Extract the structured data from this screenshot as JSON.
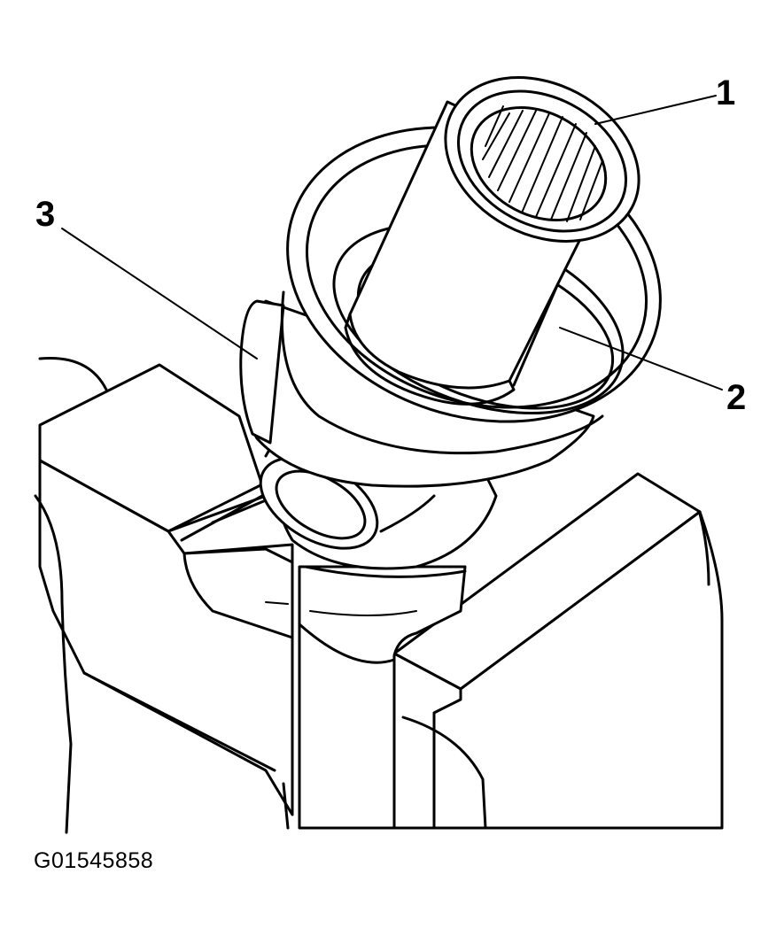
{
  "figure": {
    "code": "G01545858"
  },
  "callouts": [
    {
      "number": "1"
    },
    {
      "number": "2"
    },
    {
      "number": "3"
    }
  ],
  "colors": {
    "ink": "#000000",
    "paper": "#ffffff"
  }
}
